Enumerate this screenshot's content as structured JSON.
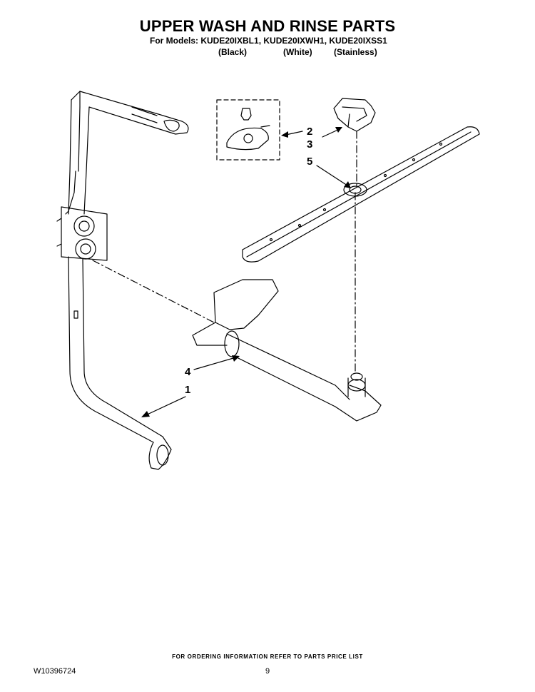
{
  "header": {
    "title": "UPPER WASH AND RINSE PARTS",
    "models_line": "For Models: KUDE20IXBL1, KUDE20IXWH1, KUDE20IXSS1",
    "variants": [
      "(Black)",
      "(White)",
      "(Stainless)"
    ]
  },
  "callouts": [
    "1",
    "2",
    "3",
    "4",
    "5"
  ],
  "footer": {
    "ordering_note": "FOR ORDERING INFORMATION REFER TO PARTS PRICE LIST",
    "document_number": "W10396724",
    "page_number": "9"
  }
}
